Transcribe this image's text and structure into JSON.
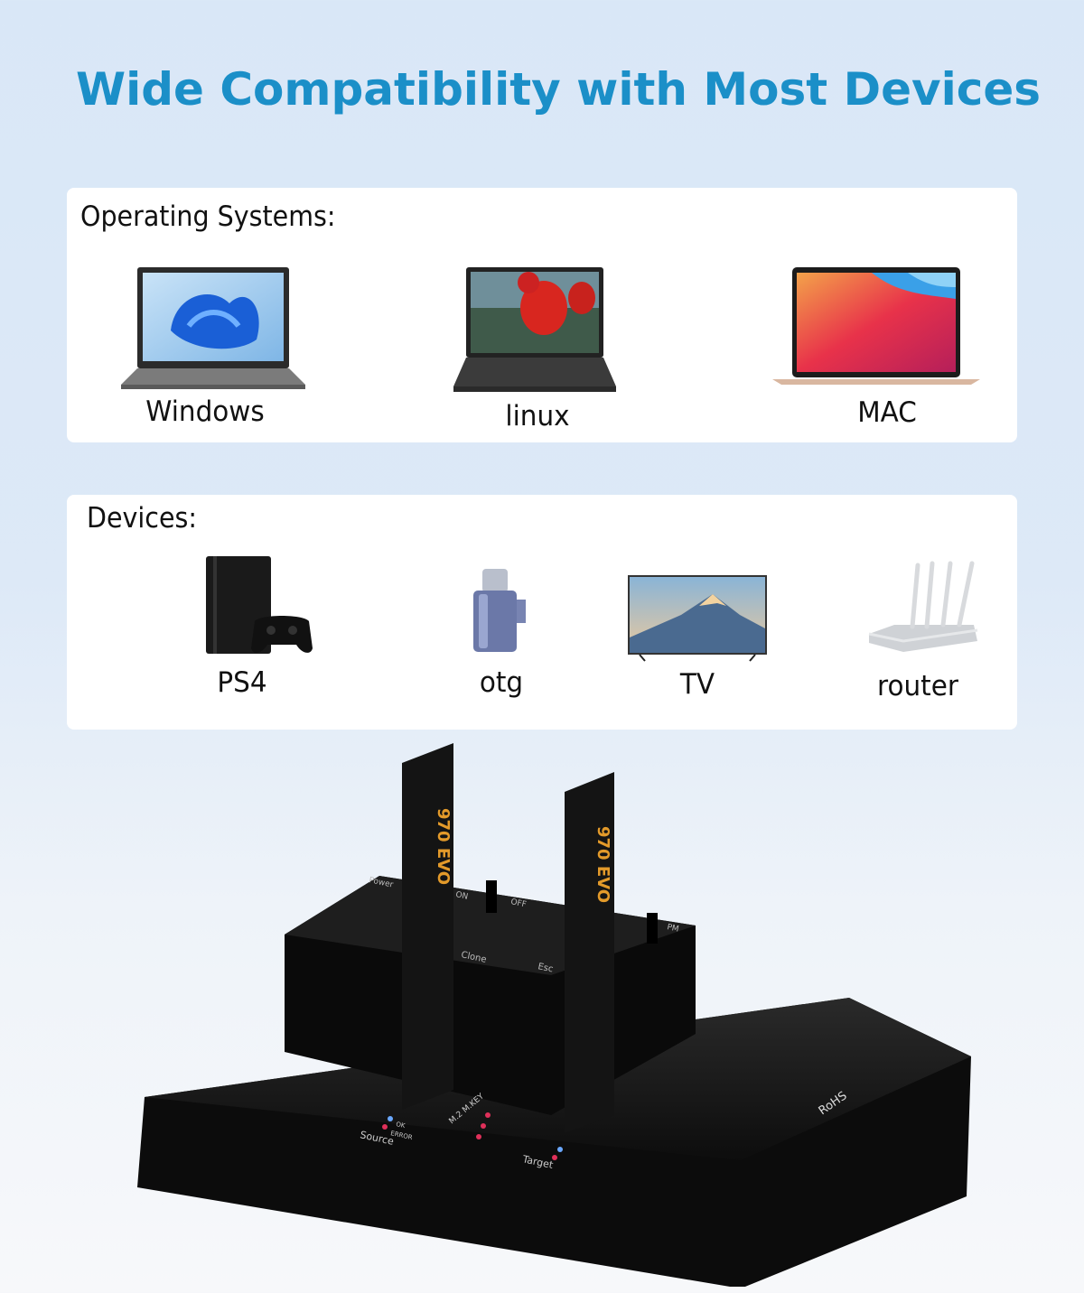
{
  "title": "Wide Compatibility with Most Devices",
  "operating_systems": {
    "heading": "Operating Systems:",
    "items": [
      {
        "label": "Windows",
        "icon": "windows-laptop-icon"
      },
      {
        "label": "linux",
        "icon": "linux-laptop-icon"
      },
      {
        "label": "MAC",
        "icon": "macbook-icon"
      }
    ]
  },
  "devices": {
    "heading": "Devices:",
    "items": [
      {
        "label": "PS4",
        "icon": "ps4-console-icon"
      },
      {
        "label": "otg",
        "icon": "usb-otg-adapter-icon"
      },
      {
        "label": "TV",
        "icon": "tv-icon"
      },
      {
        "label": "router",
        "icon": "router-icon"
      }
    ]
  },
  "product": {
    "ssd_label": "970 EVO",
    "markings": [
      "Power",
      "ON",
      "OFF",
      "Clone",
      "Esc",
      "PM",
      "Source",
      "Target",
      "OK",
      "ERROR",
      "M.2 M.KEY",
      "RoHS"
    ],
    "colors": {
      "body": "#151515",
      "ssd_accent": "#e39a2a",
      "led_ok": "#6aa8ff",
      "led_error": "#e0305a"
    }
  },
  "colors": {
    "title": "#1b8fc8",
    "background": "#dce8f7",
    "card": "#ffffff"
  }
}
